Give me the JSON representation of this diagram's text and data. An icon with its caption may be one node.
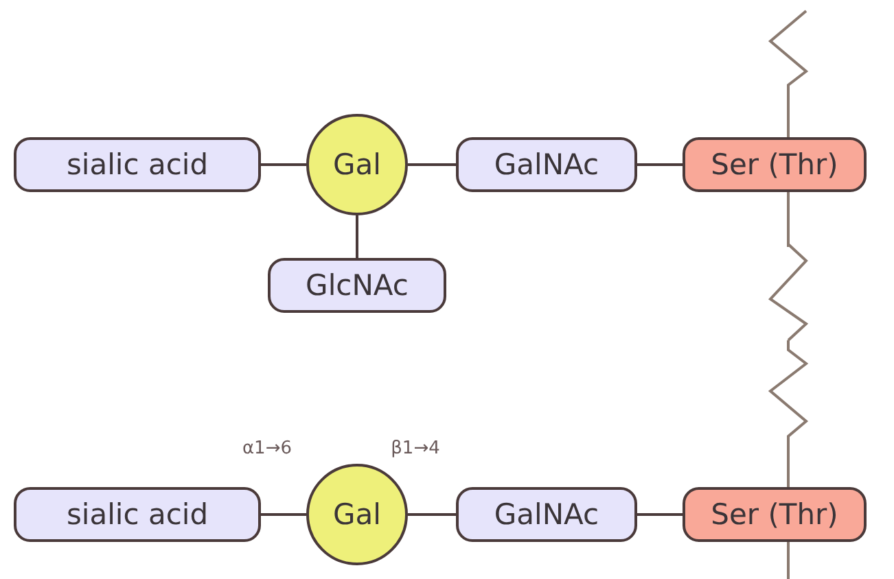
{
  "diagram": {
    "nodes": [
      {
        "text": [
          "sialic acid"
        ]
      },
      {
        "text": [
          "Gal"
        ]
      },
      {
        "text": [
          "GalNAc"
        ]
      },
      {
        "text": [
          "Ser (Thr)"
        ]
      },
      {
        "text": [
          "GlcNAc"
        ]
      },
      {
        "text": [
          "sialic acid"
        ]
      },
      {
        "text": [
          "Gal"
        ]
      },
      {
        "text": [
          "GalNAc"
        ]
      },
      {
        "text": [
          "Ser (Thr)"
        ]
      }
    ],
    "edges": [
      {
        "from": 0,
        "to": 1,
        "arrow": "none"
      },
      {
        "from": 1,
        "to": 2,
        "arrow": "none"
      },
      {
        "from": 2,
        "to": 3,
        "arrow": "none"
      },
      {
        "from": 1,
        "to": 4,
        "arrow": "none"
      },
      {
        "from": 5,
        "to": 6,
        "arrow": "none",
        "label": "α1→6"
      },
      {
        "from": 6,
        "to": 7,
        "arrow": "none",
        "label": "β1→4"
      },
      {
        "from": 7,
        "to": 8,
        "arrow": "none"
      }
    ]
  }
}
